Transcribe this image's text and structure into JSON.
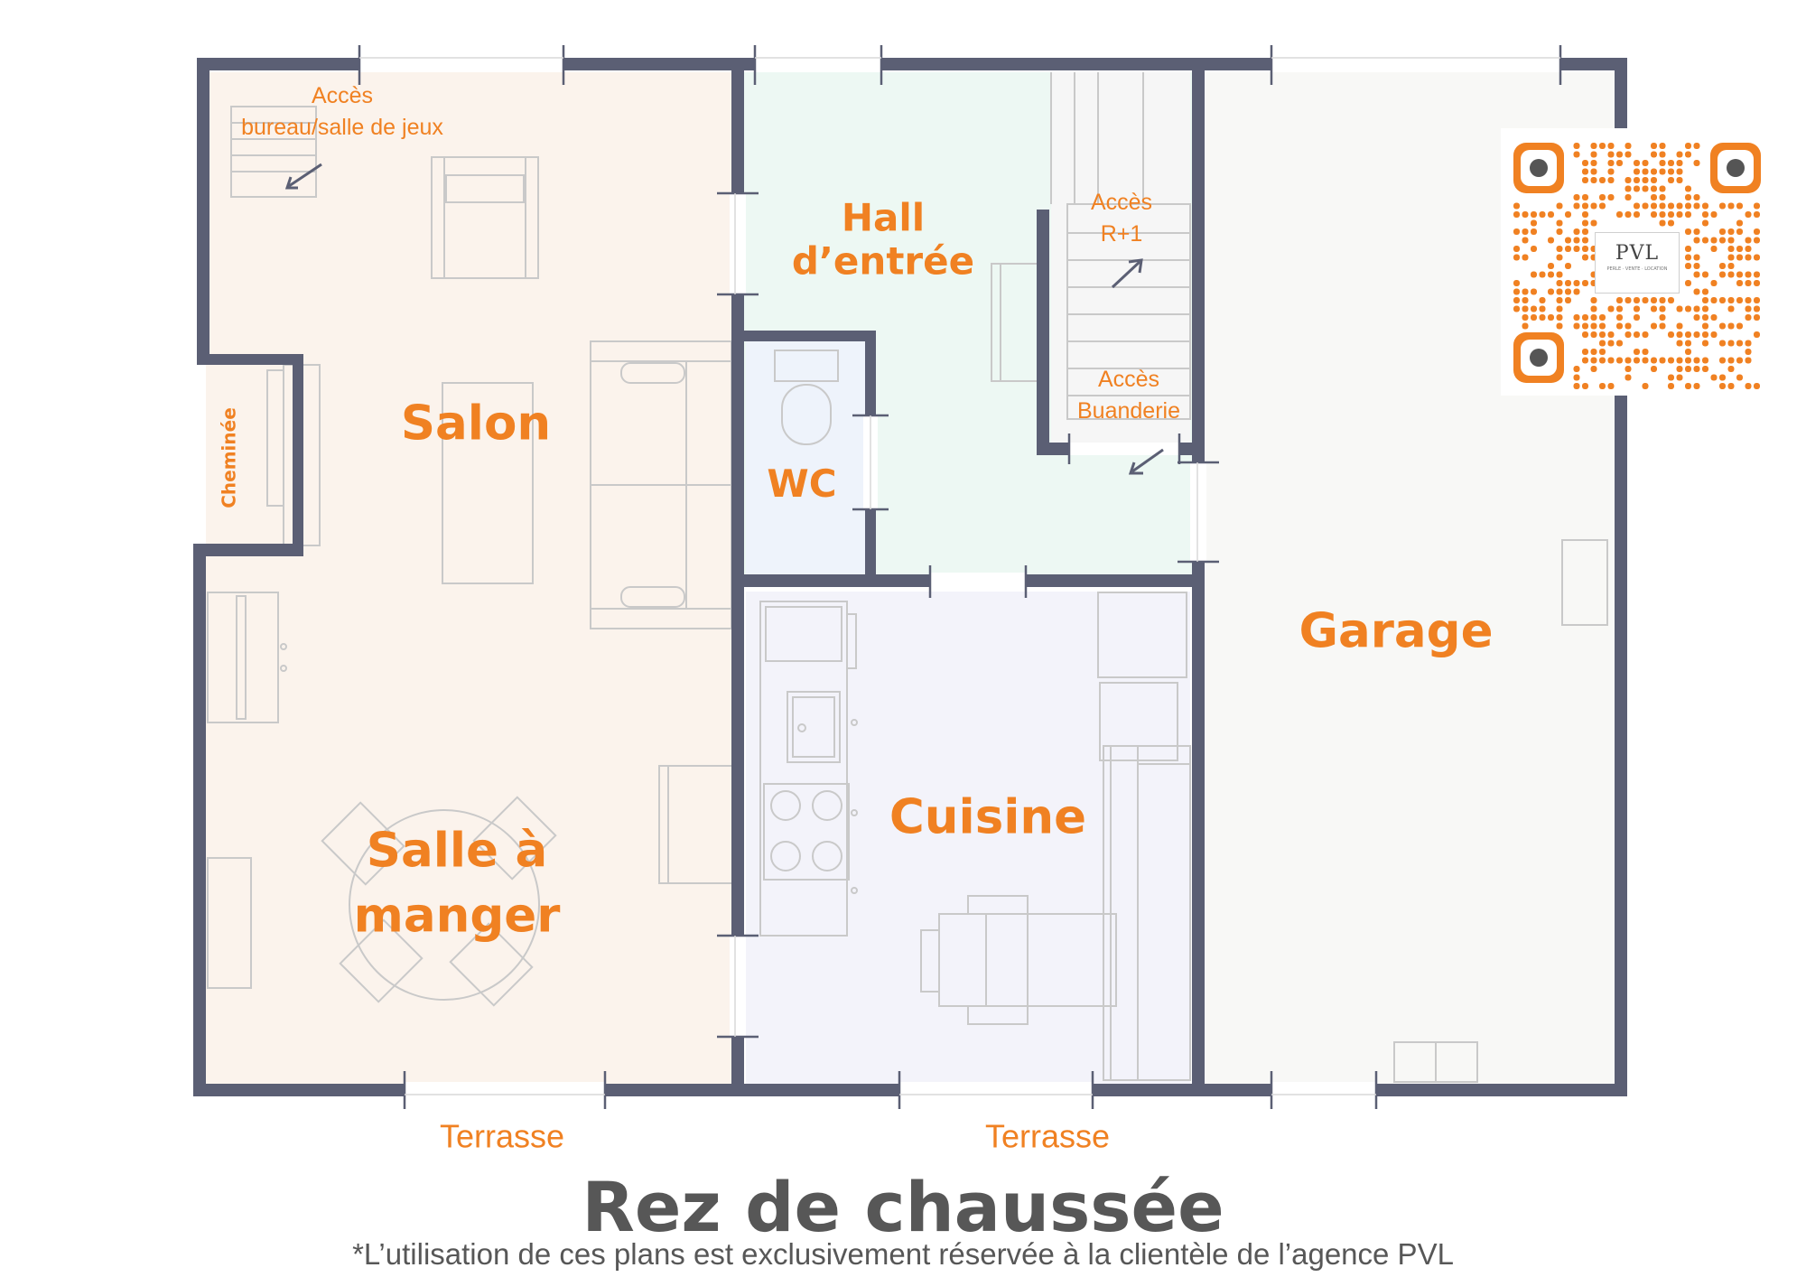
{
  "rooms": {
    "salon": "Salon",
    "hall": "Hall\nd’entrée",
    "wc": "WC",
    "cuisine": "Cuisine",
    "garage": "Garage",
    "salle_a_manger": "Salle à\nmanger",
    "cheminee": "Cheminée"
  },
  "notes": {
    "acces_bureau": "Accès\nbureau/salle de jeux",
    "acces_r1": "Accès\nR+1",
    "acces_buanderie": "Accès\nBuanderie"
  },
  "outside": {
    "terrasse_left": "Terrasse",
    "terrasse_right": "Terrasse"
  },
  "qr": {
    "logo_text": "PVL",
    "logo_subtext": "PERLE · VENTE · LOCATION"
  },
  "title": "Rez de chaussée",
  "disclaimer": "*L’utilisation de ces plans est exclusivement réservée à la clientèle de l’agence PVL",
  "colors": {
    "wall": "#5B5F74",
    "accent": "#F08122",
    "salon_fill": "#FBF3EC",
    "hall_fill": "#EDF8F3",
    "wc_fill": "#EEF3FB",
    "cuisine_fill": "#F3F3FA",
    "garage_fill": "#F8F8F6",
    "text_dark": "#575757"
  }
}
